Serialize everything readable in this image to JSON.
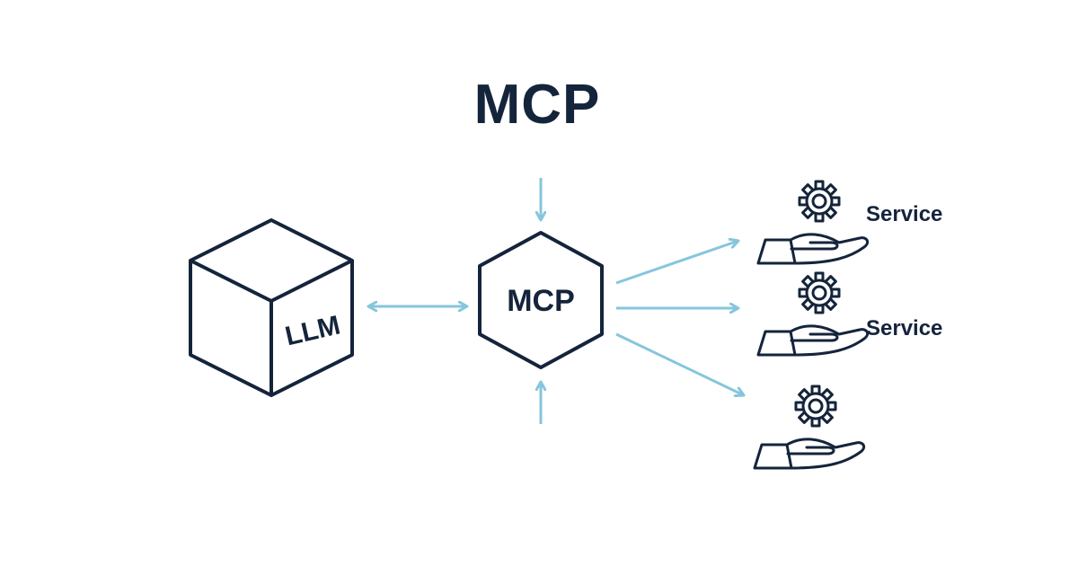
{
  "diagram": {
    "title": "MCP",
    "hub_label": "MCP",
    "llm_label": "LLM",
    "services": [
      {
        "label": "Service",
        "icon": "hand-gear-icon"
      },
      {
        "label": "Service",
        "icon": "hand-gear-icon"
      },
      {
        "label": "",
        "icon": "hand-gear-icon"
      }
    ]
  },
  "colors": {
    "ink": "#14243b",
    "arrow": "#85c6dc",
    "background": "#ffffff"
  }
}
